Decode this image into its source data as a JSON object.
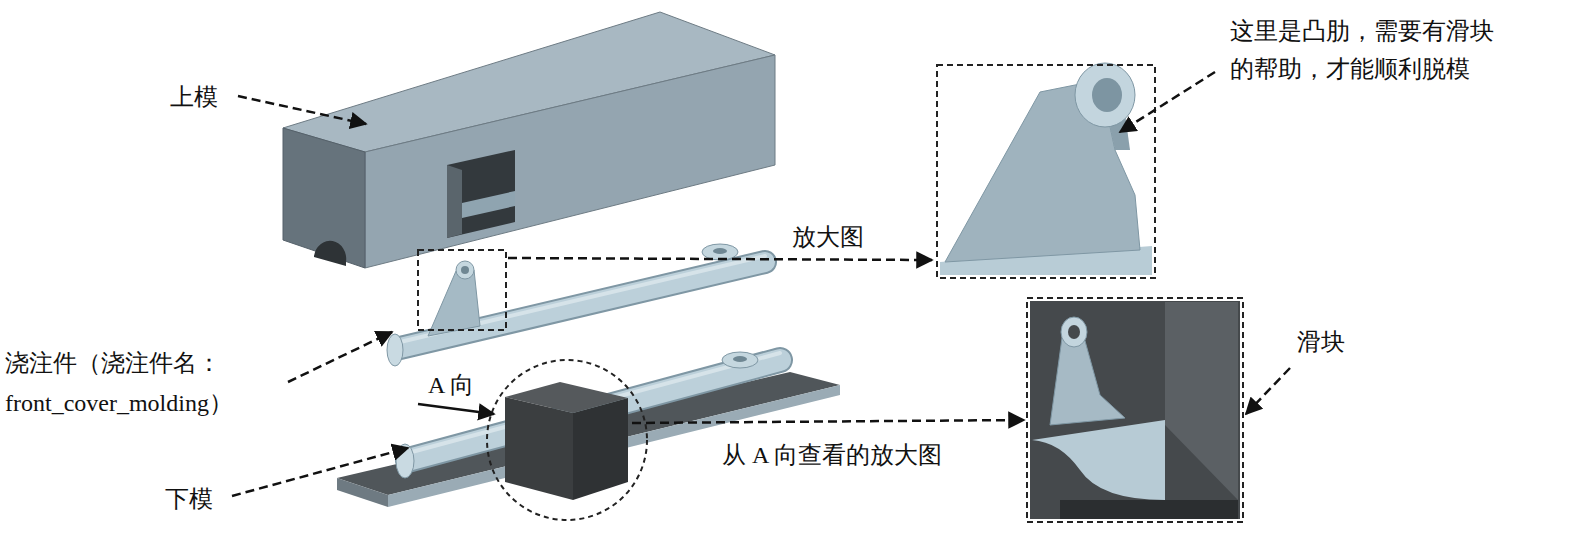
{
  "diagram": {
    "labels": [
      "这里是凸肋，需要有滑块 的帮助，才能顺利脱模",
      "上模",
      "放大图",
      "滑块",
      "浇注件（浇注件名： front_cover_molding）",
      "A 向",
      "从 A 向查看的放大图",
      "下模"
    ]
  }
}
